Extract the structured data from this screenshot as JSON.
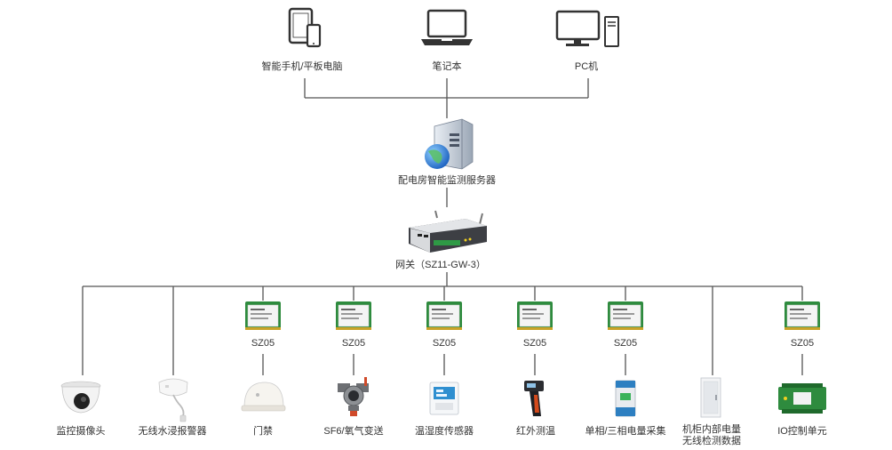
{
  "top_devices": [
    {
      "label": "智能手机/平板电脑",
      "icon": "tablet-phone-icon"
    },
    {
      "label": "笔记本",
      "icon": "laptop-icon"
    },
    {
      "label": "PC机",
      "icon": "desktop-pc-icon"
    }
  ],
  "server": {
    "label": "配电房智能监测服务器",
    "icon": "server-icon"
  },
  "gateway": {
    "label": "网关（SZ11-GW-3）",
    "icon": "gateway-icon"
  },
  "module_label": "SZ05",
  "endpoints": [
    {
      "label": "监控摄像头",
      "icon": "dome-camera-icon",
      "module": false
    },
    {
      "label": "无线水浸报警器",
      "icon": "water-sensor-icon",
      "module": false
    },
    {
      "label": "门禁",
      "icon": "door-sensor-icon",
      "module": true
    },
    {
      "label": "SF6/氧气变送",
      "icon": "gas-detector-icon",
      "module": true
    },
    {
      "label": "温湿度传感器",
      "icon": "thermo-hygrometer-icon",
      "module": true
    },
    {
      "label": "红外测温",
      "icon": "ir-thermometer-icon",
      "module": true
    },
    {
      "label": "单相/三相电量采集",
      "icon": "power-meter-icon",
      "module": true
    },
    {
      "label": "机柜内部电量",
      "label2": "无线检测数据",
      "icon": "cabinet-icon",
      "module": false
    },
    {
      "label": "IO控制单元",
      "icon": "io-controller-icon",
      "module": true
    }
  ],
  "colors": {
    "wire": "#555555",
    "module_green": "#2e8b3e",
    "globe_blue": "#2a7fd4"
  }
}
